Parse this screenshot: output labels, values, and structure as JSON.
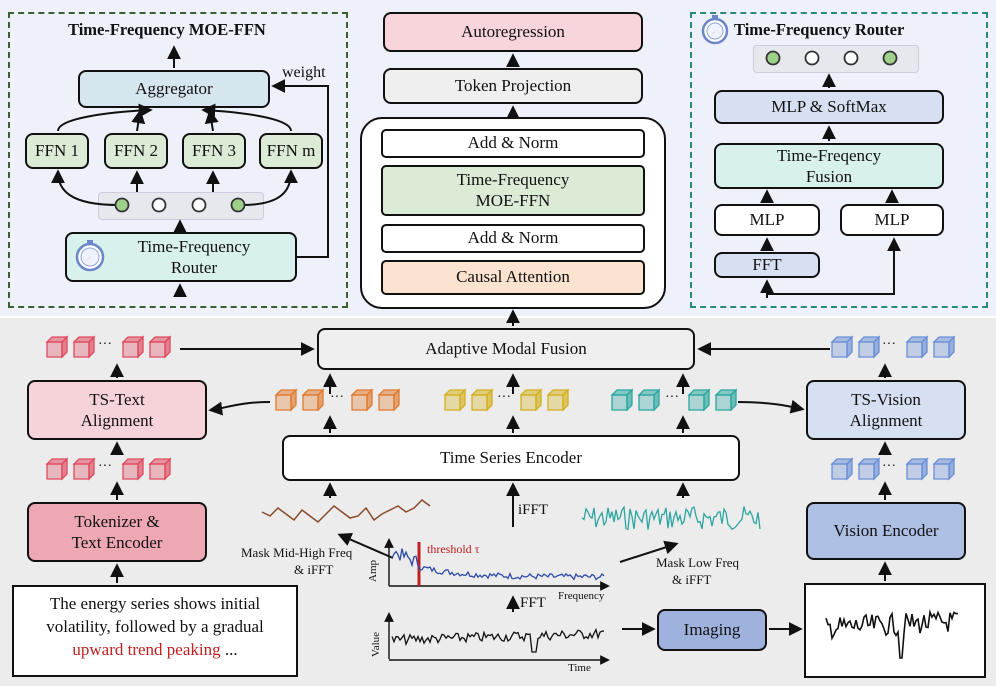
{
  "colors": {
    "top_panel_bg": "#eef1fa",
    "bottom_panel_bg": "#ececec",
    "moe_green": "#dcebd6",
    "router_teal": "#d9f1ec",
    "aggregator_blue": "#d6e6ee",
    "autoregression_pink": "#f7d5da",
    "attention_orange": "#fbe3cf",
    "text_pink": "#f6d3d8",
    "tokenizer_pink": "#eea8b3",
    "vision_blue": "#d7e0f2",
    "vision_encoder_blue": "#aebfe4",
    "imaging_blue": "#9fb2de",
    "token_red": "#e04a5f",
    "token_orange": "#e07a2e",
    "token_yellow": "#d4b01c",
    "token_teal": "#2ba6a0",
    "token_blue": "#6a8fd6"
  },
  "moe_ffn": {
    "title": "Time-Frequency MOE-FFN",
    "aggregator": "Aggregator",
    "weight_label": "weight",
    "experts": [
      "FFN 1",
      "FFN 2",
      "FFN 3",
      "FFN m"
    ],
    "router_line1": "Time-Frequency",
    "router_line2": "Router",
    "router_icon": "compass-icon"
  },
  "decoder": {
    "autoregression": "Autoregression",
    "token_projection": "Token Projection",
    "add_norm_top": "Add & Norm",
    "moe_line1": "Time-Frequency",
    "moe_line2": "MOE-FFN",
    "add_norm_bottom": "Add & Norm",
    "causal_attention": "Causal Attention"
  },
  "tf_router": {
    "title": "Time-Frequency Router",
    "mlp_softmax": "MLP & SoftMax",
    "fusion_line1": "Time-Freqency",
    "fusion_line2": "Fusion",
    "mlp_left": "MLP",
    "mlp_right": "MLP",
    "fft": "FFT",
    "router_icon": "compass-icon"
  },
  "bottom": {
    "adaptive_fusion": "Adaptive Modal Fusion",
    "ts_text_line1": "TS-Text",
    "ts_text_line2": "Alignment",
    "ts_vision_line1": "TS-Vision",
    "ts_vision_line2": "Alignment",
    "time_series_encoder": "Time Series Encoder",
    "tokenizer_line1": "Tokenizer &",
    "tokenizer_line2": "Text Encoder",
    "vision_encoder": "Vision Encoder",
    "imaging": "Imaging",
    "ifft": "iFFT",
    "fft": "FFT",
    "mask_mid_line1": "Mask Mid-High Freq",
    "mask_mid_line2": "& iFFT",
    "mask_low_line1": "Mask Low Freq",
    "mask_low_line2": "& iFFT",
    "threshold": "threshold τ",
    "amp_axis": "Amp",
    "frequency_axis": "Frequency",
    "value_axis": "Value",
    "time_axis": "Time",
    "ellipsis": "···",
    "text_input_black": "The energy series shows initial volatility, followed by a gradual",
    "text_input_red": "upward trend peaking",
    "text_input_tail": " ..."
  }
}
